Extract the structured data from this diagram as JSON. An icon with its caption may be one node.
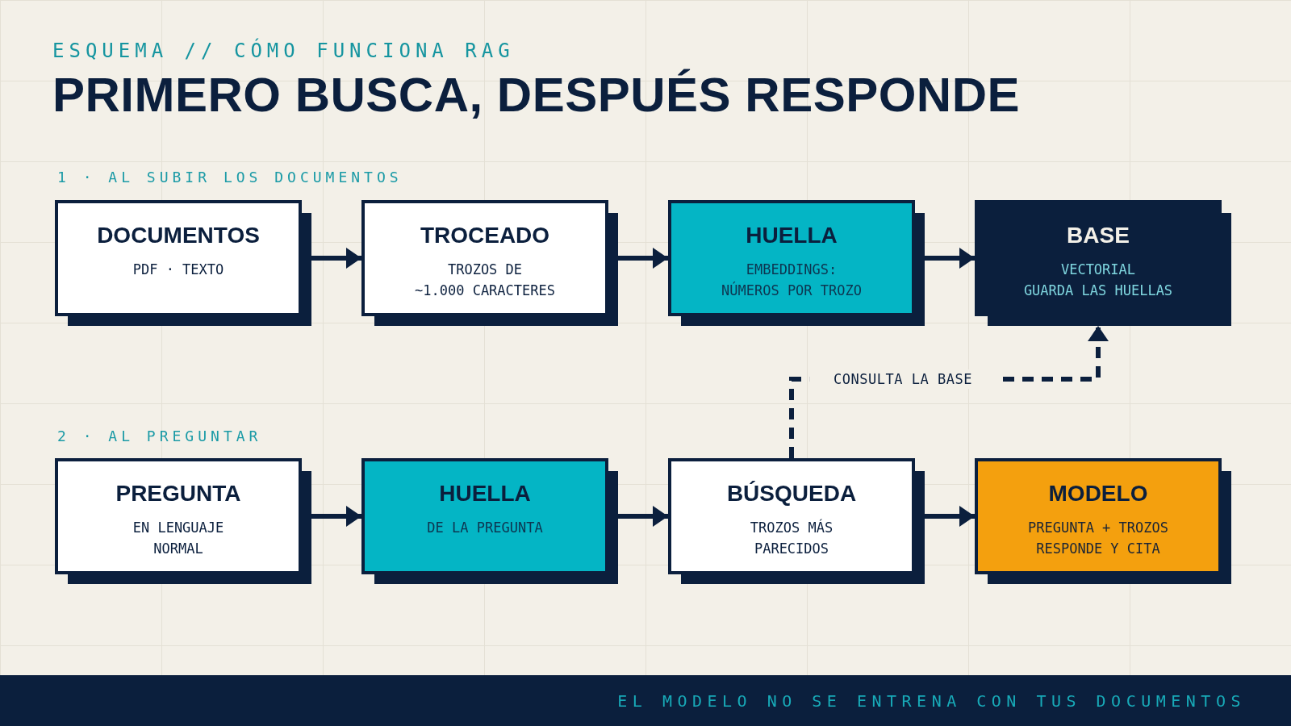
{
  "diagram": {
    "title": "PRIMERO BUSCA, DESPUÉS RESPONDE",
    "nodes": [
      {
        "text": [
          "DOCUMENTOS",
          "PDF · TEXTO"
        ]
      },
      {
        "text": [
          "TROCEADO",
          "TROZOS DE ~1.000 CARACTERES"
        ]
      },
      {
        "text": [
          "HUELLA",
          "EMBEDDINGS: NÚMEROS POR TROZO"
        ]
      },
      {
        "text": [
          "BASE",
          "VECTORIAL GUARDA LAS HUELLAS"
        ]
      },
      {
        "text": [
          "PREGUNTA",
          "EN LENGUAJE NORMAL"
        ]
      },
      {
        "text": [
          "HUELLA",
          "DE LA PREGUNTA"
        ]
      },
      {
        "text": [
          "BÚSQUEDA",
          "TROZOS MÁS PARECIDOS"
        ]
      },
      {
        "text": [
          "MODELO",
          "PREGUNTA + TROZOS RESPONDE Y CITA"
        ]
      }
    ],
    "edges": [
      {
        "from": 0,
        "to": 1,
        "arrow": "to"
      },
      {
        "from": 1,
        "to": 2,
        "arrow": "to"
      },
      {
        "from": 2,
        "to": 3,
        "arrow": "to"
      },
      {
        "from": 4,
        "to": 5,
        "arrow": "to"
      },
      {
        "from": 5,
        "to": 6,
        "arrow": "to"
      },
      {
        "from": 6,
        "to": 7,
        "arrow": "to"
      },
      {
        "from": 6,
        "to": 3,
        "arrow": "to",
        "label": "CONSULTA LA BASE",
        "style": "dashed"
      }
    ],
    "labels": [
      "ESQUEMA // CÓMO FUNCIONA RAG",
      "1 · AL SUBIR LOS DOCUMENTOS",
      "2 · AL PREGUNTAR",
      "EL MODELO NO SE ENTRENA CON TUS DOCUMENTOS"
    ]
  }
}
